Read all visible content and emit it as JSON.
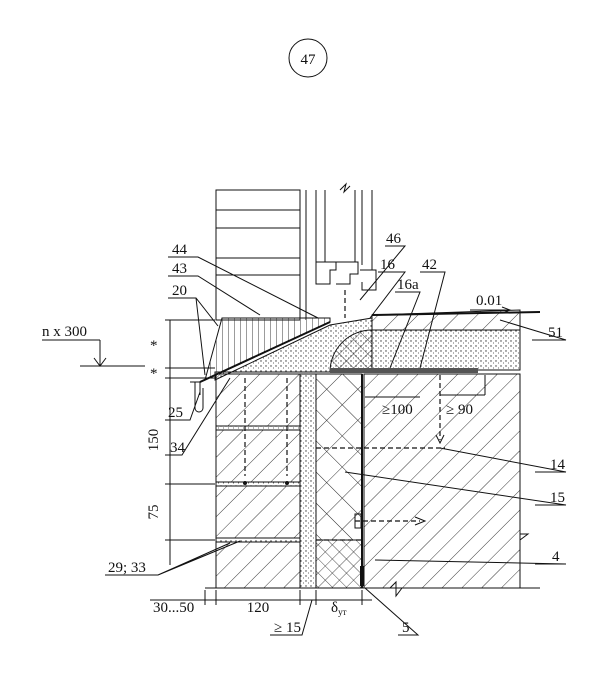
{
  "sheet_number": "47",
  "labels": {
    "l44": "44",
    "l43": "43",
    "l20": "20",
    "l25": "25",
    "l34": "34",
    "l29_33": "29; 33",
    "l46": "46",
    "l16": "16",
    "l16a": "16а",
    "l42": "42",
    "l51": "51",
    "l14": "14",
    "l15": "15",
    "l4": "4",
    "l5": "5"
  },
  "dimensions": {
    "n_x_300": "n x 300",
    "star": "*",
    "d150": "150",
    "d75": "75",
    "d30_50": "30...50",
    "d120": "120",
    "d_ge15": "≥ 15",
    "d_delta": "δ",
    "d_delta_sub": "ут",
    "d_ge100": "≥100",
    "d_ge90": "≥ 90",
    "slope": "0.01"
  }
}
